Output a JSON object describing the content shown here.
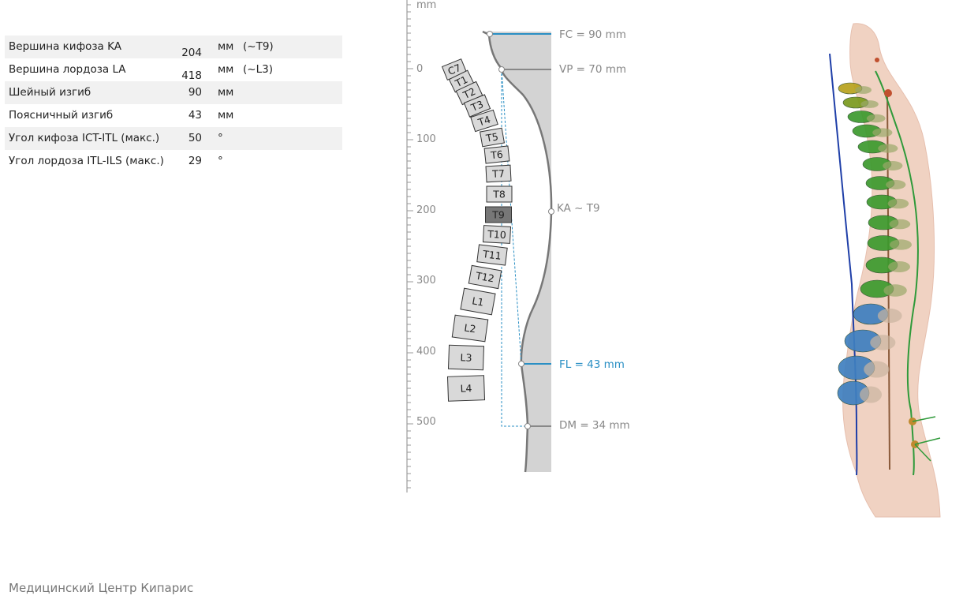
{
  "measurements": [
    {
      "label": "Вершина кифоза KA",
      "value": "204",
      "unit": "мм",
      "note": "(~T9)"
    },
    {
      "label": "Вершина лордоза LA",
      "value": "418",
      "unit": "мм",
      "note": "(~L3)"
    },
    {
      "label": "Шейный изгиб",
      "value": "90",
      "unit": "мм",
      "note": ""
    },
    {
      "label": "Поясничный изгиб",
      "value": "43",
      "unit": "мм",
      "note": ""
    },
    {
      "label": "Угол кифоза ICT-ITL (макс.)",
      "value": "50",
      "unit": "°",
      "note": ""
    },
    {
      "label": "Угол лордоза ITL-ILS (макс.)",
      "value": "29",
      "unit": "°",
      "note": ""
    }
  ],
  "ruler": {
    "unit": "mm",
    "labels": [
      "0",
      "100",
      "200",
      "300",
      "400",
      "500"
    ]
  },
  "vertebrae": [
    "C7",
    "T1",
    "T2",
    "T3",
    "T4",
    "T5",
    "T6",
    "T7",
    "T8",
    "T9",
    "T10",
    "T11",
    "T12",
    "L1",
    "L2",
    "L3",
    "L4"
  ],
  "highlighted_vertebra": "T9",
  "annotations": {
    "fc": "FC = 90 mm",
    "vp": "VP = 70 mm",
    "ka": "KA ~ T9",
    "fl": "FL = 43 mm",
    "dm": "DM = 34 mm"
  },
  "colors": {
    "accent": "#2a8fc4",
    "profile_fill": "#d3d3d3",
    "vertebra_fill": "#d9d9d9",
    "highlight_fill": "#777777",
    "thoracic": "#3c9a2e",
    "lumbar": "#3f7fbf",
    "skin": "#f0d2c2"
  },
  "footer": "Медицинский Центр Кипарис"
}
